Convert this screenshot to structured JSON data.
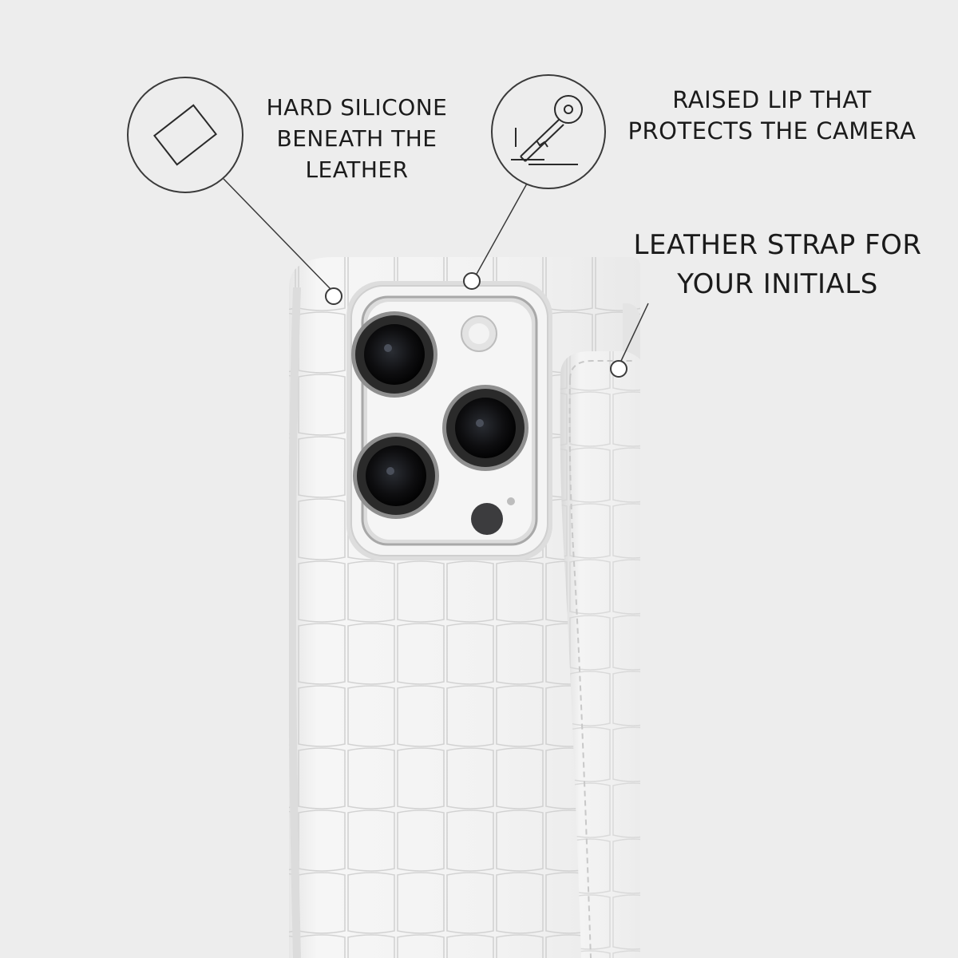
{
  "callouts": [
    {
      "id": "hard-silicone",
      "lines": [
        "HARD SILICONE",
        "BENEATH THE",
        "LEATHER"
      ],
      "icon": "rectangle-outline-icon"
    },
    {
      "id": "raised-lip",
      "lines": [
        "RAISED LIP THAT",
        "PROTECTS THE CAMERA"
      ],
      "icon": "key-icon"
    },
    {
      "id": "leather-strap",
      "lines": [
        "LEATHER STRAP FOR",
        "YOUR INITIALS"
      ],
      "icon": null
    }
  ],
  "colors": {
    "background": "#ededed",
    "case": "#f1f1f1",
    "text": "#1b1b1b",
    "lens": "#121212"
  }
}
